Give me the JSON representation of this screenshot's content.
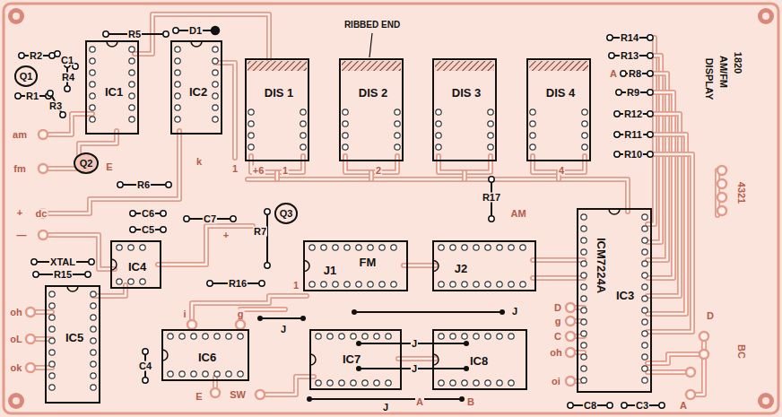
{
  "diagram": {
    "nodes": [
      {
        "text": [
          "IC1"
        ]
      },
      {
        "text": [
          "IC2"
        ]
      },
      {
        "text": [
          "DIS 1"
        ]
      },
      {
        "text": [
          "DIS 2"
        ]
      },
      {
        "text": [
          "DIS 3"
        ]
      },
      {
        "text": [
          "DIS 4"
        ]
      },
      {
        "text": [
          "Q1"
        ]
      },
      {
        "text": [
          "Q2"
        ]
      },
      {
        "text": [
          "Q3"
        ]
      },
      {
        "text": [
          "ICM7224A",
          "IC3"
        ]
      },
      {
        "text": [
          "J1",
          "FM"
        ]
      },
      {
        "text": [
          "J2"
        ]
      },
      {
        "text": [
          "IC4"
        ]
      },
      {
        "text": [
          "IC5"
        ]
      },
      {
        "text": [
          "IC6"
        ]
      },
      {
        "text": [
          "IC7"
        ]
      },
      {
        "text": [
          "IC8"
        ]
      }
    ],
    "labels": [
      "RIBBED END",
      "R5",
      "D1",
      "R2",
      "C1",
      "R4",
      "R1",
      "R3",
      "am",
      "fm",
      "E",
      "k",
      "1",
      "+6",
      "1",
      "2",
      "4",
      "R14",
      "R13",
      "A",
      "R8",
      "R9",
      "R12",
      "R11",
      "R10",
      "1820",
      "AM/FM",
      "DISPLAY",
      "4321",
      "R6",
      "R17",
      "AM",
      "+",
      "dc",
      "—",
      "C6",
      "C7",
      "C5",
      "R7",
      "+",
      "XTAL",
      "R15",
      "R16",
      "1",
      "oh",
      "oL",
      "ok",
      "J",
      "J",
      "J",
      "J",
      "J",
      "C4",
      "i",
      "g",
      "E",
      "SW",
      "A",
      "B",
      "D",
      "g",
      "C",
      "oh",
      "oi",
      "D",
      "BC",
      "C8",
      "C3",
      "A"
    ]
  }
}
